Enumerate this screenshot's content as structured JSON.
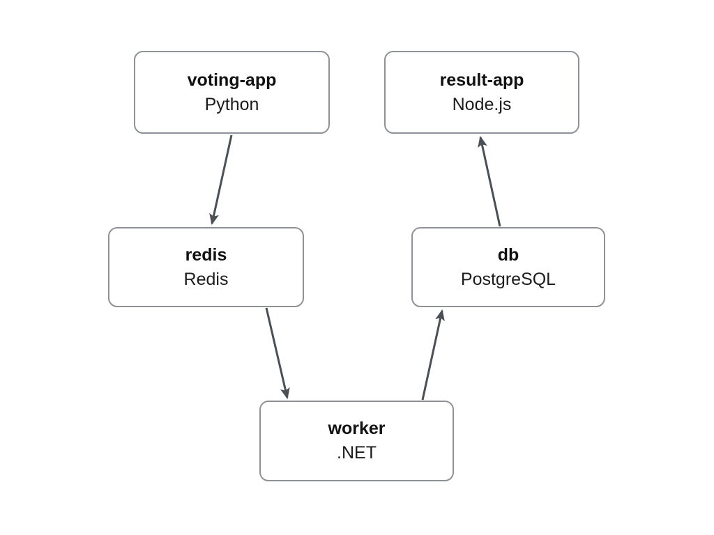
{
  "diagram": {
    "background_color": "#ffffff",
    "node_border_color": "#8e9196",
    "arrow_color": "#4a5056",
    "nodes": [
      {
        "id": "voting-app",
        "title": "voting-app",
        "subtitle": "Python"
      },
      {
        "id": "result-app",
        "title": "result-app",
        "subtitle": "Node.js"
      },
      {
        "id": "redis",
        "title": "redis",
        "subtitle": "Redis"
      },
      {
        "id": "db",
        "title": "db",
        "subtitle": "PostgreSQL"
      },
      {
        "id": "worker",
        "title": "worker",
        "subtitle": ".NET"
      }
    ],
    "edges": [
      {
        "from": "voting-app",
        "to": "redis"
      },
      {
        "from": "redis",
        "to": "worker"
      },
      {
        "from": "worker",
        "to": "db"
      },
      {
        "from": "db",
        "to": "result-app"
      }
    ]
  }
}
